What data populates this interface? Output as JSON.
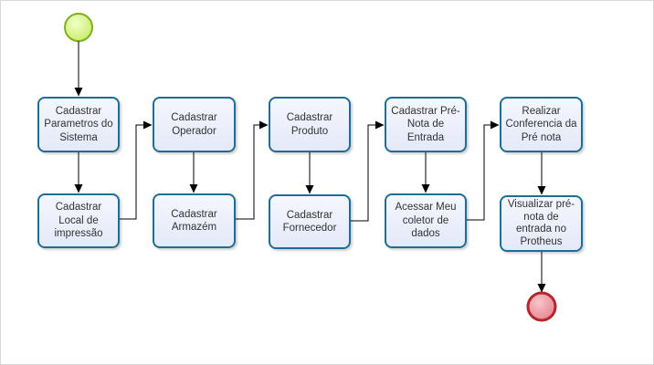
{
  "colors": {
    "box_border": "#1c6e96",
    "box_fill": "#e9edfa",
    "start_fill": "#d9f58b",
    "start_border": "#7faf1f",
    "end_fill": "#ef9aa2",
    "end_border": "#b3262e",
    "connector": "#000000"
  },
  "diagram": {
    "start_node": "start",
    "end_node": "end",
    "nodes": [
      {
        "id": "n1",
        "label": "Cadastrar\nParametros do\nSistema"
      },
      {
        "id": "n2",
        "label": "Cadastrar\nLocal de\nimpressão"
      },
      {
        "id": "n3",
        "label": "Cadastrar\nOperador"
      },
      {
        "id": "n4",
        "label": "Cadastrar\nArmazém"
      },
      {
        "id": "n5",
        "label": "Cadastrar\nProduto"
      },
      {
        "id": "n6",
        "label": "Cadastrar\nFornecedor"
      },
      {
        "id": "n7",
        "label": "Cadastrar  Pré-\nNota de\nEntrada"
      },
      {
        "id": "n8",
        "label": "Acessar Meu\ncoletor de\ndados"
      },
      {
        "id": "n9",
        "label": "Realizar\nConferencia da\nPré nota"
      },
      {
        "id": "n10",
        "label": "Visualizar pré-\nnota de\nentrada no\nProtheus"
      }
    ],
    "edges": [
      [
        "start",
        "n1"
      ],
      [
        "n1",
        "n2"
      ],
      [
        "n2",
        "n3"
      ],
      [
        "n3",
        "n4"
      ],
      [
        "n4",
        "n5"
      ],
      [
        "n5",
        "n6"
      ],
      [
        "n6",
        "n7"
      ],
      [
        "n7",
        "n8"
      ],
      [
        "n8",
        "n9"
      ],
      [
        "n9",
        "n10"
      ],
      [
        "n10",
        "end"
      ]
    ]
  }
}
